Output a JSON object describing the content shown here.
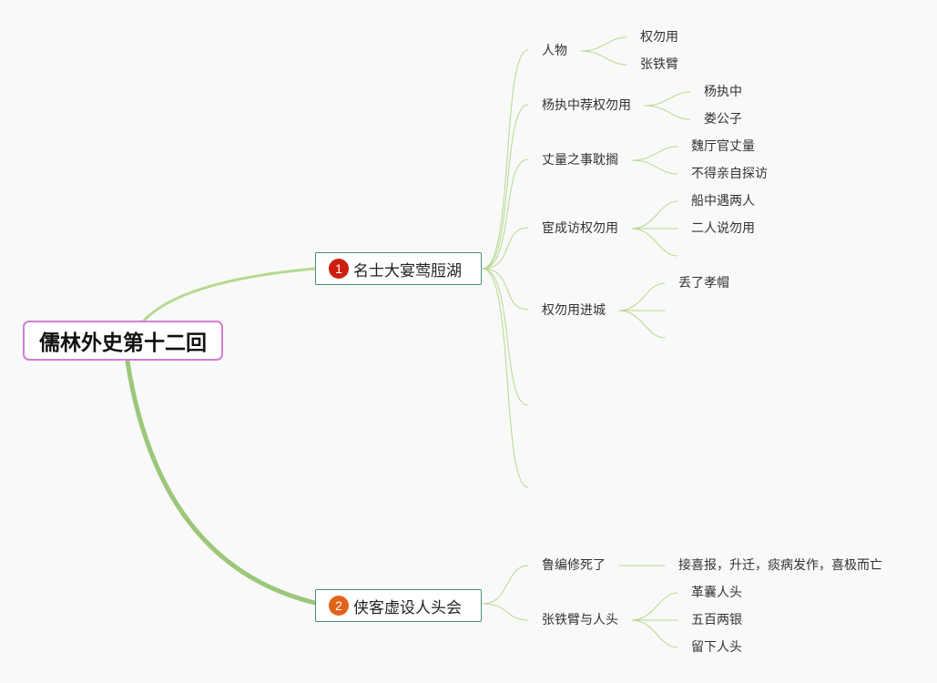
{
  "root": {
    "label": "儒林外史第十二回"
  },
  "branches": [
    {
      "number": "1",
      "badge_color": "#cc1f10",
      "label": "名士大宴莺脰湖",
      "topics": [
        {
          "label": "人物",
          "children": [
            "权勿用",
            "张铁臂"
          ]
        },
        {
          "label": "杨执中荐权勿用",
          "children": [
            "杨执中",
            "娄公子"
          ]
        },
        {
          "label": "丈量之事耽搁",
          "children": [
            "魏厅官丈量",
            "不得亲自探访"
          ]
        },
        {
          "label": "宦成访权勿用",
          "children": [
            "船中遇两人",
            "二人说勿用",
            ""
          ]
        },
        {
          "label": "权勿用进城",
          "children": [
            "丢了孝帽",
            "",
            ""
          ]
        },
        {
          "label": "",
          "children": []
        },
        {
          "label": "",
          "children": []
        }
      ]
    },
    {
      "number": "2",
      "badge_color": "#e2641c",
      "label": "侠客虚设人头会",
      "topics": [
        {
          "label": "鲁编修死了",
          "children": [
            "接喜报，升迁，痰病发作，喜极而亡"
          ]
        },
        {
          "label": "张铁臂与人头",
          "children": [
            "革囊人头",
            "五百两银",
            "留下人头"
          ]
        }
      ]
    }
  ],
  "colors": {
    "line": "#b5d98f",
    "thick_line": "#9cc77a",
    "root_border": "#d07fd6",
    "main_border": "#4a8c81"
  }
}
